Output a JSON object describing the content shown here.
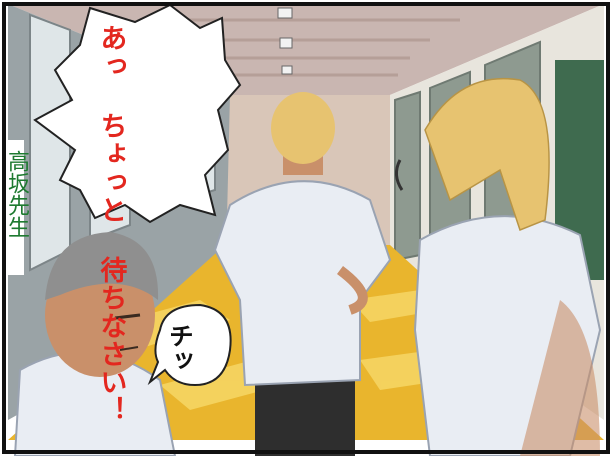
{
  "scene": {
    "colors": {
      "ceiling": "#c9b6b1",
      "wall_left": "#9aa3a6",
      "wall_right": "#e8e5dd",
      "floor": "#e9b52d",
      "floor_light": "#f6d766",
      "shirt": "#e9edf3",
      "skin": "#c9906a",
      "hair_blond": "#e7c370",
      "hair_gray": "#8f8f8f",
      "speech_text": "#e3271f",
      "side_text": "#1e7a30"
    },
    "icons": [
      "ceiling-light-icon"
    ]
  },
  "dialogue": {
    "main_bubble": "あっ ちょっと 待ちなさい！",
    "main_lines": [
      "あっ",
      "ちょっと",
      "待ちなさい！"
    ],
    "small_bubble": "チッ"
  },
  "side_label": "高坂先生"
}
